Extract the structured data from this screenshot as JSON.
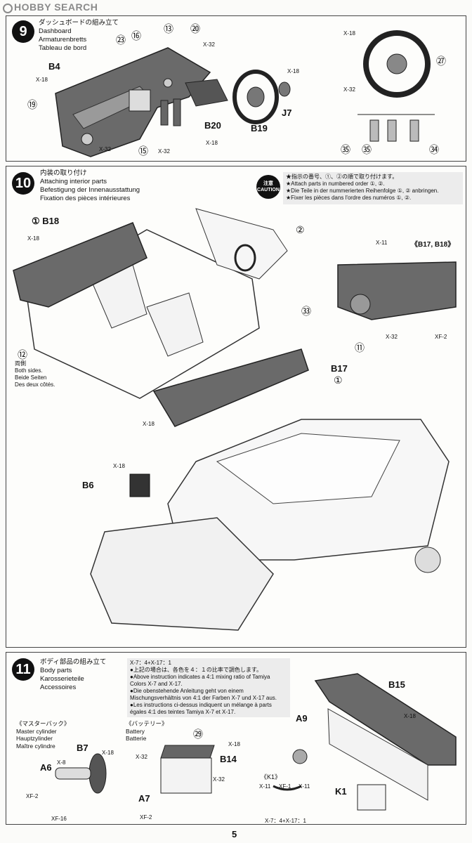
{
  "watermark": "HOBBY SEARCH",
  "page_number": "5",
  "step9": {
    "number": "9",
    "title_jp": "ダッシュボードの組み立て",
    "title_en": "Dashboard",
    "title_de": "Armaturenbretts",
    "title_fr": "Tableau de bord",
    "labels": {
      "b4": "B4",
      "x18a": "X-18",
      "n19": "⑲",
      "x32a": "X-32",
      "n15": "⑮",
      "x32b": "X-32",
      "n23": "㉓",
      "n16": "⑯",
      "n13": "⑬",
      "n20": "⑳",
      "x32c": "X-32",
      "b20": "B20",
      "x18b": "X-18",
      "b19": "B19",
      "x18c": "X-18",
      "j7": "J7",
      "x18d": "X-18",
      "n27": "㉗",
      "x32d": "X-32",
      "n35a": "㉟",
      "n35b": "㉟",
      "n34": "㉞"
    }
  },
  "step10": {
    "number": "10",
    "title_jp": "内装の取り付け",
    "title_en": "Attaching interior parts",
    "title_de": "Befestigung der Innenausstattung",
    "title_fr": "Fixation des pièces intérieures",
    "caution_jp": "注意",
    "caution_en": "CAUTION",
    "notes": [
      "★指示の番号、①、②の順で取り付けます。",
      "★Attach parts in numbered order ①, ②.",
      "★Die Teile in der nummerierten Reihenfolge ①, ② anbringen.",
      "★Fixer les pièces dans l'ordre des numéros ①, ②."
    ],
    "labels": {
      "r1": "①",
      "b18": "B18",
      "x18a": "X-18",
      "n12": "⑫",
      "both_jp": "両側",
      "both_en": "Both sides.",
      "both_de": "Beide Seiten",
      "both_fr": "Des deux côtés.",
      "r2": "②",
      "b17_b18": "《B17, B18》",
      "x11": "X-11",
      "n11": "⑪",
      "x32": "X-32",
      "xf2": "XF-2",
      "n33": "㉝",
      "b17": "B17",
      "r1b": "①",
      "x18b": "X-18",
      "x18c": "X-18",
      "b6": "B6"
    }
  },
  "step11": {
    "number": "11",
    "title_jp": "ボディ部品の組み立て",
    "title_en": "Body parts",
    "title_de": "Karosserieteile",
    "title_fr": "Accessoires",
    "mix_box": [
      "X-7：4+X-17：1",
      "●上記の場合は、各色を４：１の比率で調色します。",
      "●Above instruction indicates a 4:1 mixing ratio of Tamiya Colors X-7 and X-17.",
      "●Die obenstehende Anleitung geht von einem Mischungsverhältnis von 4:1 der Farben X-7 und X-17 aus.",
      "●Les instructions ci-dessus indiquent un mélange à parts égales 4:1 des teintes Tamiya X-7 et X-17."
    ],
    "master": {
      "jp": "《マスターバック》",
      "en": "Master cylinder",
      "de": "Hauptzylinder",
      "fr": "Maître cylindre"
    },
    "battery": {
      "jp": "《バッテリー》",
      "en": "Battery",
      "de": "Batterie"
    },
    "labels": {
      "b7": "B7",
      "x18a": "X-18",
      "a6": "A6",
      "x8": "X-8",
      "xf2a": "XF-2",
      "xf16": "XF-16",
      "n29": "㉙",
      "x18b": "X-18",
      "x32a": "X-32",
      "b14": "B14",
      "x32b": "X-32",
      "a7": "A7",
      "xf2b": "XF-2",
      "b15": "B15",
      "a9": "A9",
      "x18c": "X-18",
      "k1_head": "《K1》",
      "x11a": "X-11",
      "xf1": "XF-1",
      "x11b": "X-11",
      "k1": "K1",
      "mix": "X-7：4+X-17：1"
    }
  }
}
